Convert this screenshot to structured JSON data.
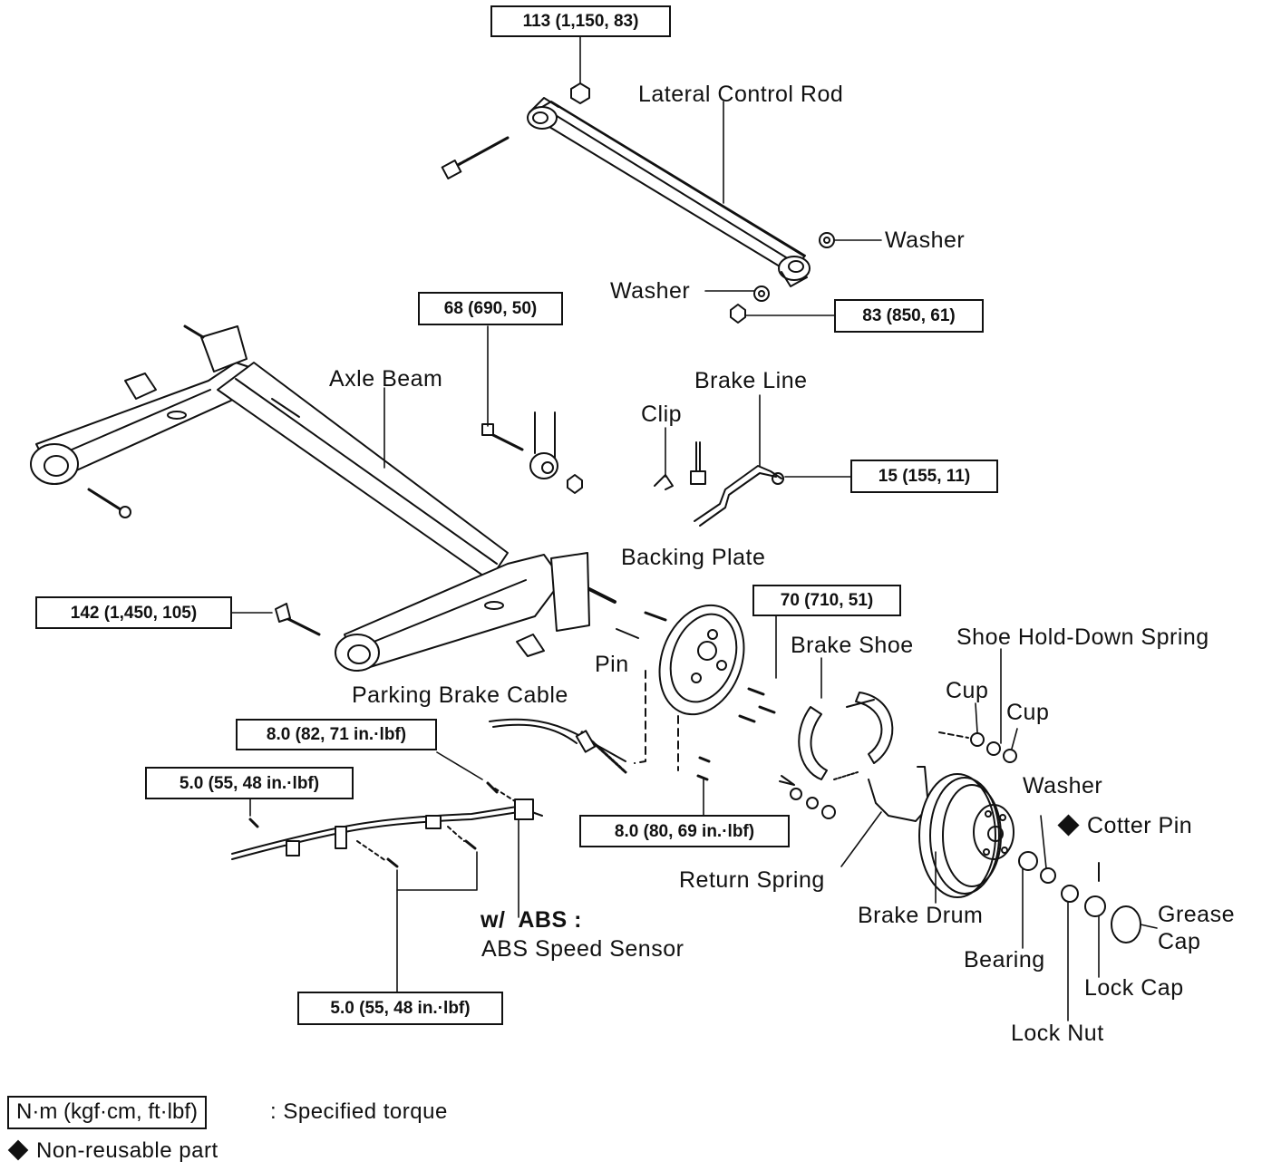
{
  "torque_specs": {
    "lateral_rod_top": "113 (1,150, 83)",
    "lateral_rod_end": "83 (850, 61)",
    "axle_mid_bolt": "68 (690, 50)",
    "brake_line": "15 (155, 11)",
    "axle_pivot_bolt": "142 (1,450, 105)",
    "backing_plate": "70 (710, 51)",
    "sensor_bolt": "8.0 (82, 71 in.·lbf)",
    "cable_clamp": "5.0 (55, 48 in.·lbf)",
    "backing_small_bolt": "8.0 (80, 69 in.·lbf)",
    "sensor_bracket": "5.0 (55, 48 in.·lbf)"
  },
  "parts": {
    "lateral_control_rod": "Lateral Control Rod",
    "washer_upper": "Washer",
    "washer_lower": "Washer",
    "axle_beam": "Axle Beam",
    "brake_line": "Brake Line",
    "clip": "Clip",
    "backing_plate": "Backing Plate",
    "pin": "Pin",
    "parking_brake_cable": "Parking Brake Cable",
    "brake_shoe": "Brake Shoe",
    "shoe_hold_down_spring": "Shoe Hold-Down Spring",
    "cup_left": "Cup",
    "cup_right": "Cup",
    "washer_hub": "Washer",
    "cotter_pin": "Cotter Pin",
    "grease_cap_1": "Grease",
    "grease_cap_2": "Cap",
    "return_spring": "Return Spring",
    "brake_drum": "Brake Drum",
    "bearing": "Bearing",
    "lock_cap": "Lock Cap",
    "lock_nut": "Lock Nut",
    "abs_heading": "w/  ABS :",
    "abs_sensor": "ABS Speed Sensor"
  },
  "legend": {
    "unit_box": "N·m (kgf·cm, ft·lbf)",
    "unit_desc": ": Specified torque",
    "non_reusable": "Non-reusable part"
  }
}
